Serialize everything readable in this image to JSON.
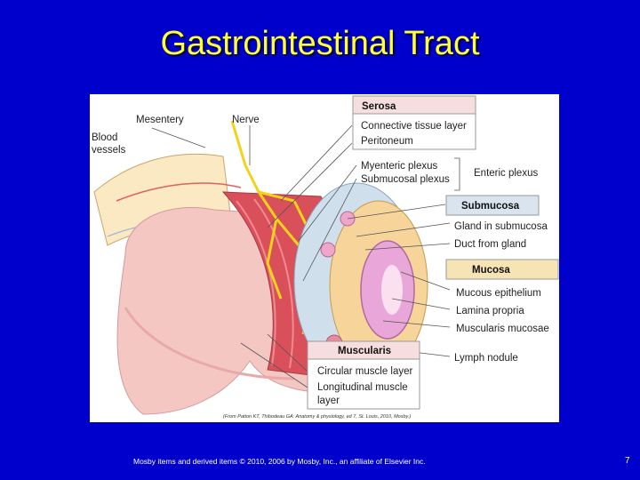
{
  "slide": {
    "title": "Gastrointestinal Tract",
    "footer": "Mosby items and derived items © 2010, 2006 by Mosby, Inc., an affiliate of Elsevier Inc.",
    "page_number": "7"
  },
  "figure": {
    "credit": "(From Patton KT, Thibodeau GA: Anatomy & physiology, ed 7, St. Louis, 2010, Mosby.)",
    "labels": {
      "blood_vessels_1": "Blood",
      "blood_vessels_2": "vessels",
      "mesentery": "Mesentery",
      "nerve": "Nerve",
      "serosa": "Serosa",
      "connective_tissue": "Connective tissue layer",
      "peritoneum": "Peritoneum",
      "myenteric": "Myenteric plexus",
      "submucosal_plexus": "Submucosal plexus",
      "enteric_plexus": "Enteric plexus",
      "submucosa": "Submucosa",
      "gland": "Gland in submucosa",
      "duct": "Duct from gland",
      "mucosa": "Mucosa",
      "mucous_epithelium": "Mucous epithelium",
      "lamina_propria": "Lamina propria",
      "muscularis_mucosae": "Muscularis mucosae",
      "lymph_nodule": "Lymph nodule",
      "muscularis": "Muscularis",
      "circular_muscle": "Circular muscle layer",
      "longitudinal_1": "Longitudinal muscle",
      "longitudinal_2": "layer"
    },
    "colors": {
      "serosa_box": "#f6dede",
      "submucosa_box": "#d9e4ee",
      "mucosa_box": "#f6e4b4",
      "muscularis_box": "#f6dede",
      "muscle": "#d9505a",
      "nerve": "#f2d21a",
      "tissue": "#f4c7c3"
    }
  }
}
